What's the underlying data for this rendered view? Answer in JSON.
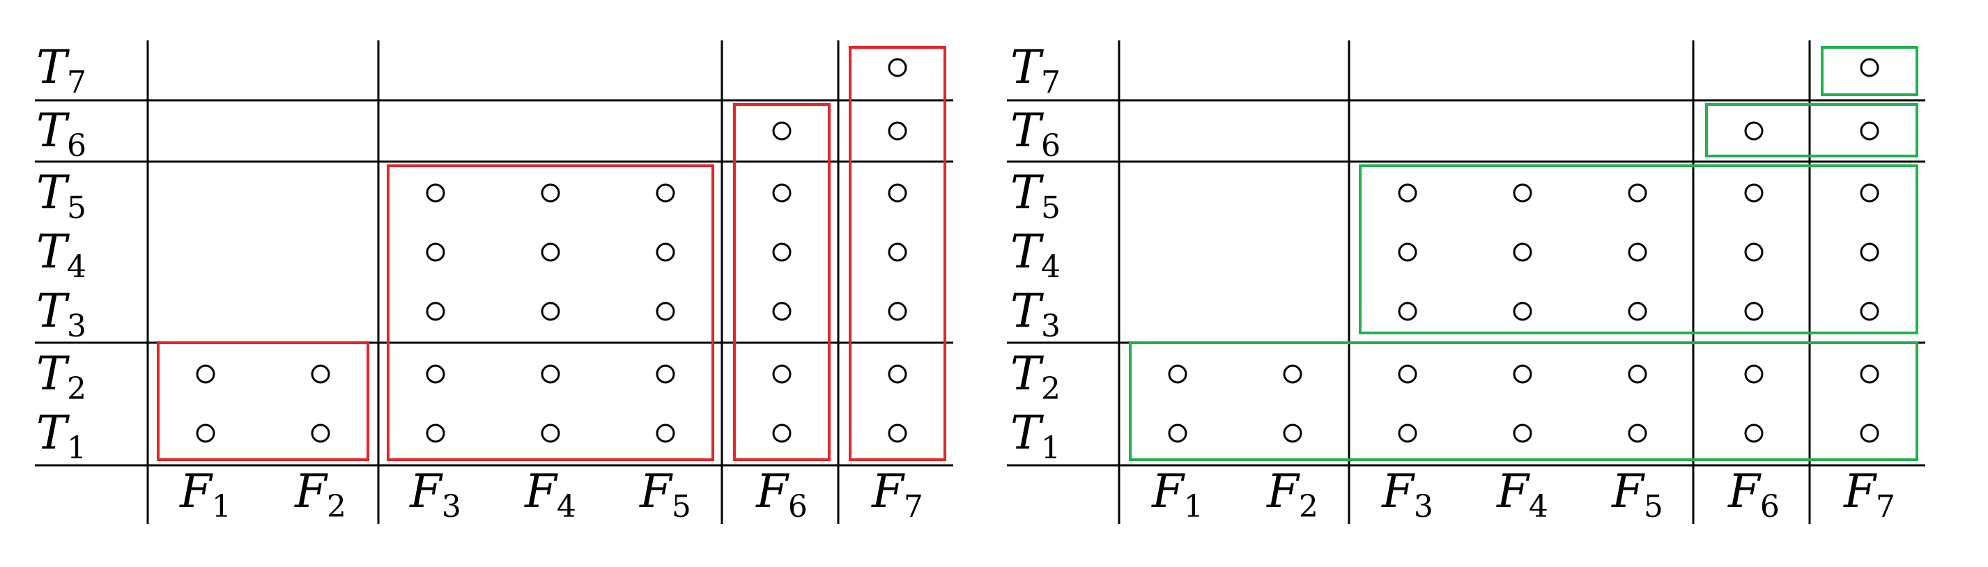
{
  "diagrams": [
    {
      "box_color": "#e8232a",
      "row_labels": [
        "T7",
        "T6",
        "T5",
        "T4",
        "T3",
        "T2",
        "T1"
      ],
      "col_labels": [
        "F1",
        "F2",
        "F3",
        "F4",
        "F5",
        "F6",
        "F7"
      ],
      "cells": [
        {
          "t": 7,
          "f": 7
        },
        {
          "t": 6,
          "f": 6
        },
        {
          "t": 6,
          "f": 7
        },
        {
          "t": 5,
          "f": 3
        },
        {
          "t": 5,
          "f": 4
        },
        {
          "t": 5,
          "f": 5
        },
        {
          "t": 5,
          "f": 6
        },
        {
          "t": 5,
          "f": 7
        },
        {
          "t": 4,
          "f": 3
        },
        {
          "t": 4,
          "f": 4
        },
        {
          "t": 4,
          "f": 5
        },
        {
          "t": 4,
          "f": 6
        },
        {
          "t": 4,
          "f": 7
        },
        {
          "t": 3,
          "f": 3
        },
        {
          "t": 3,
          "f": 4
        },
        {
          "t": 3,
          "f": 5
        },
        {
          "t": 3,
          "f": 6
        },
        {
          "t": 3,
          "f": 7
        },
        {
          "t": 2,
          "f": 1
        },
        {
          "t": 2,
          "f": 2
        },
        {
          "t": 2,
          "f": 3
        },
        {
          "t": 2,
          "f": 4
        },
        {
          "t": 2,
          "f": 5
        },
        {
          "t": 2,
          "f": 6
        },
        {
          "t": 2,
          "f": 7
        },
        {
          "t": 1,
          "f": 1
        },
        {
          "t": 1,
          "f": 2
        },
        {
          "t": 1,
          "f": 3
        },
        {
          "t": 1,
          "f": 4
        },
        {
          "t": 1,
          "f": 5
        },
        {
          "t": 1,
          "f": 6
        },
        {
          "t": 1,
          "f": 7
        }
      ],
      "groups": [
        {
          "f": [
            1,
            2
          ],
          "t": [
            1,
            2
          ]
        },
        {
          "f": [
            3,
            5
          ],
          "t": [
            1,
            5
          ]
        },
        {
          "f": [
            6,
            6
          ],
          "t": [
            1,
            6
          ]
        },
        {
          "f": [
            7,
            7
          ],
          "t": [
            1,
            7
          ]
        }
      ]
    },
    {
      "box_color": "#22b14c",
      "row_labels": [
        "T7",
        "T6",
        "T5",
        "T4",
        "T3",
        "T2",
        "T1"
      ],
      "col_labels": [
        "F1",
        "F2",
        "F3",
        "F4",
        "F5",
        "F6",
        "F7"
      ],
      "cells": [
        {
          "t": 7,
          "f": 7
        },
        {
          "t": 6,
          "f": 6
        },
        {
          "t": 6,
          "f": 7
        },
        {
          "t": 5,
          "f": 3
        },
        {
          "t": 5,
          "f": 4
        },
        {
          "t": 5,
          "f": 5
        },
        {
          "t": 5,
          "f": 6
        },
        {
          "t": 5,
          "f": 7
        },
        {
          "t": 4,
          "f": 3
        },
        {
          "t": 4,
          "f": 4
        },
        {
          "t": 4,
          "f": 5
        },
        {
          "t": 4,
          "f": 6
        },
        {
          "t": 4,
          "f": 7
        },
        {
          "t": 3,
          "f": 3
        },
        {
          "t": 3,
          "f": 4
        },
        {
          "t": 3,
          "f": 5
        },
        {
          "t": 3,
          "f": 6
        },
        {
          "t": 3,
          "f": 7
        },
        {
          "t": 2,
          "f": 1
        },
        {
          "t": 2,
          "f": 2
        },
        {
          "t": 2,
          "f": 3
        },
        {
          "t": 2,
          "f": 4
        },
        {
          "t": 2,
          "f": 5
        },
        {
          "t": 2,
          "f": 6
        },
        {
          "t": 2,
          "f": 7
        },
        {
          "t": 1,
          "f": 1
        },
        {
          "t": 1,
          "f": 2
        },
        {
          "t": 1,
          "f": 3
        },
        {
          "t": 1,
          "f": 4
        },
        {
          "t": 1,
          "f": 5
        },
        {
          "t": 1,
          "f": 6
        },
        {
          "t": 1,
          "f": 7
        }
      ],
      "groups": [
        {
          "f": [
            1,
            7
          ],
          "t": [
            1,
            2
          ]
        },
        {
          "f": [
            3,
            7
          ],
          "t": [
            3,
            5
          ]
        },
        {
          "f": [
            6,
            7
          ],
          "t": [
            6,
            6
          ]
        },
        {
          "f": [
            7,
            7
          ],
          "t": [
            7,
            7
          ]
        }
      ]
    }
  ]
}
